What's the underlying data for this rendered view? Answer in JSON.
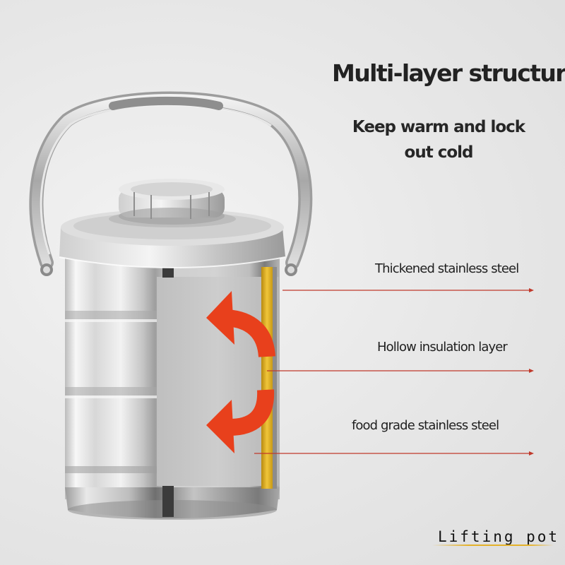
{
  "headline": "Multi-layer structure",
  "subheadline": "Keep warm and lock out cold",
  "callouts": [
    {
      "label": "Thickened stainless steel"
    },
    {
      "label": "Hollow insulation layer"
    },
    {
      "label": "food grade stainless steel"
    }
  ],
  "brand": "Lifting pot",
  "colors": {
    "background": "#e9e9e9",
    "arrow_red": "#e8401c",
    "insulation_gold": "#e3b11e",
    "leader_line": "#c0392b",
    "text": "#222222"
  },
  "icons": [
    "curved-arrow-up-icon",
    "curved-arrow-down-icon"
  ]
}
